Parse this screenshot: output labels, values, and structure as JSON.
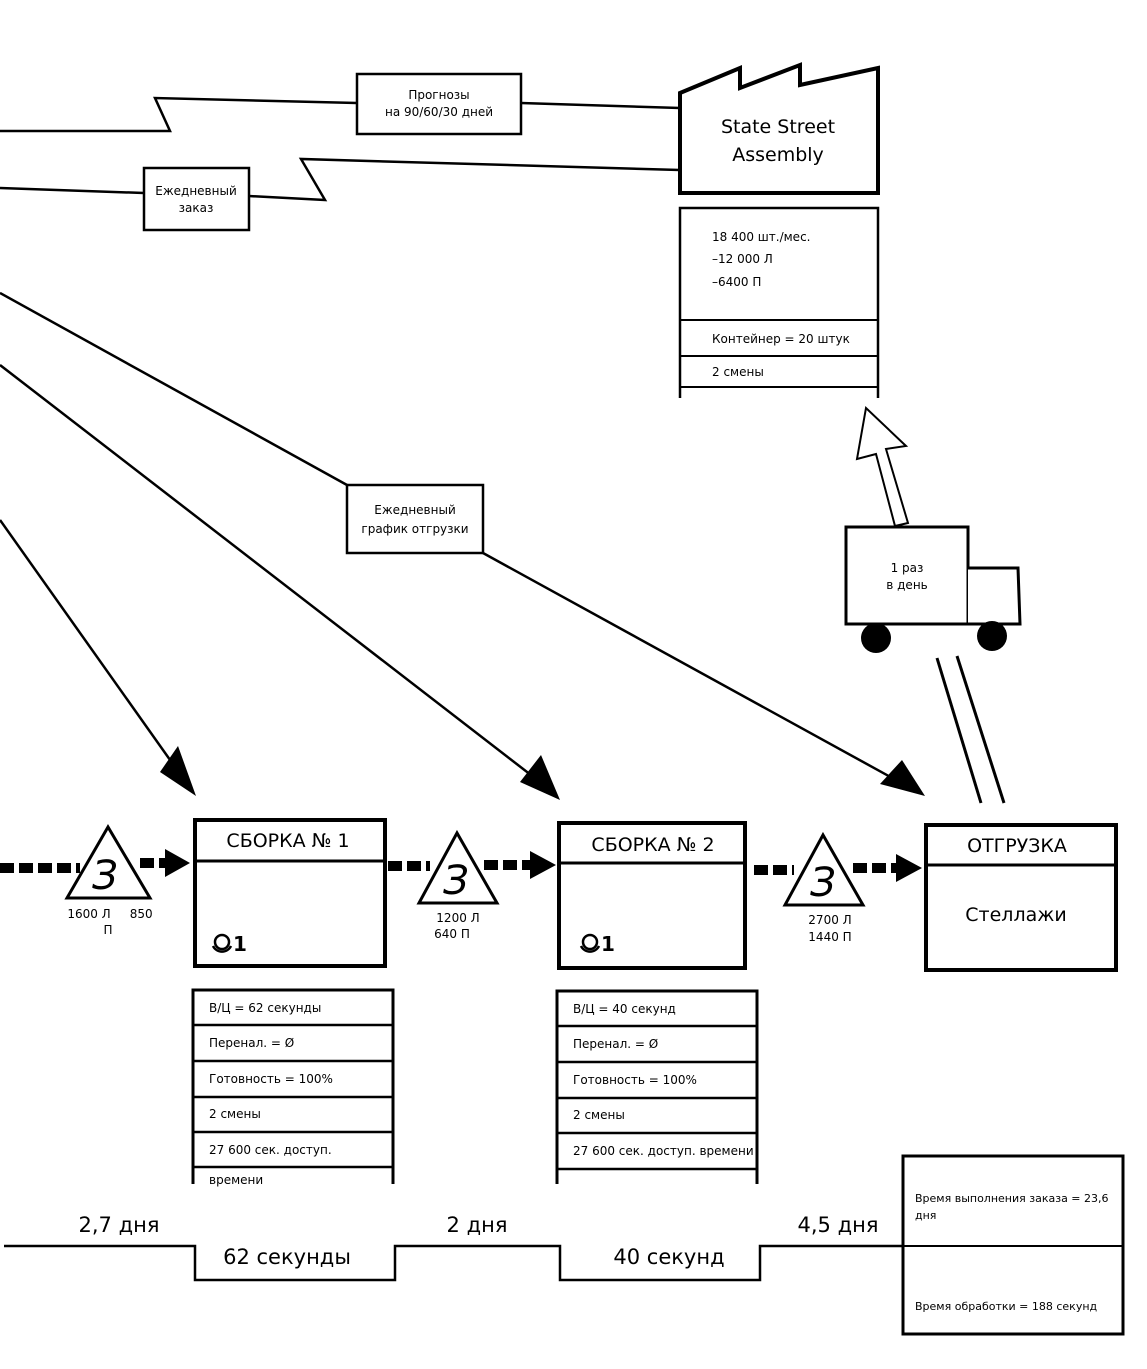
{
  "info_flow": {
    "forecast": {
      "line1": "Прогнозы",
      "line2": "на 90/60/30  дней"
    },
    "daily_order": {
      "line1": "Ежедневный",
      "line2": "заказ"
    },
    "shipping_schedule": {
      "line1": "Ежедневный",
      "line2": "график отгрузки"
    }
  },
  "customer": {
    "name_line1": "State Street",
    "name_line2": "Assembly",
    "demand": "18 400 шт./мес.",
    "demand_L": "–12 000 Л",
    "demand_P": "–6400  П",
    "container": "Контейнер = 20 штук",
    "shifts": "2 смены"
  },
  "truck": {
    "line1": "1 раз",
    "line2": "в день"
  },
  "processes": [
    {
      "title": "СБОРКА № 1",
      "operators": "1",
      "data": [
        "В/Ц = 62 секунды",
        "Перенал. = Ø",
        "Готовность = 100%",
        "2 смены",
        "27 600 сек. доступ."
      ],
      "data_extra": "времени"
    },
    {
      "title": "СБОРКА № 2",
      "operators": "1",
      "data": [
        "В/Ц = 40 секунд",
        "Перенал. = Ø",
        "Готовность = 100%",
        "2 смены",
        "27 600 сек. доступ. времени"
      ]
    },
    {
      "title": "ОТГРУЗКА",
      "body": "Стеллажи"
    }
  ],
  "inventory": [
    {
      "letter": "З",
      "line1": "1600 Л     850",
      "line2": "П"
    },
    {
      "letter": "З",
      "line1": "1200 Л",
      "line2": "640 П"
    },
    {
      "letter": "З",
      "line1": "2700 Л",
      "line2": "1440 П"
    }
  ],
  "timeline": {
    "wait": [
      "2,7 дня",
      "2 дня",
      "4,5 дня"
    ],
    "process": [
      "62 секунды",
      "40 секунд"
    ],
    "summary": {
      "lead_time_line1": "Время выполнения заказа = 23,6",
      "lead_time_line2": "дня",
      "processing_time": "Время обработки = 188 секунд"
    }
  }
}
